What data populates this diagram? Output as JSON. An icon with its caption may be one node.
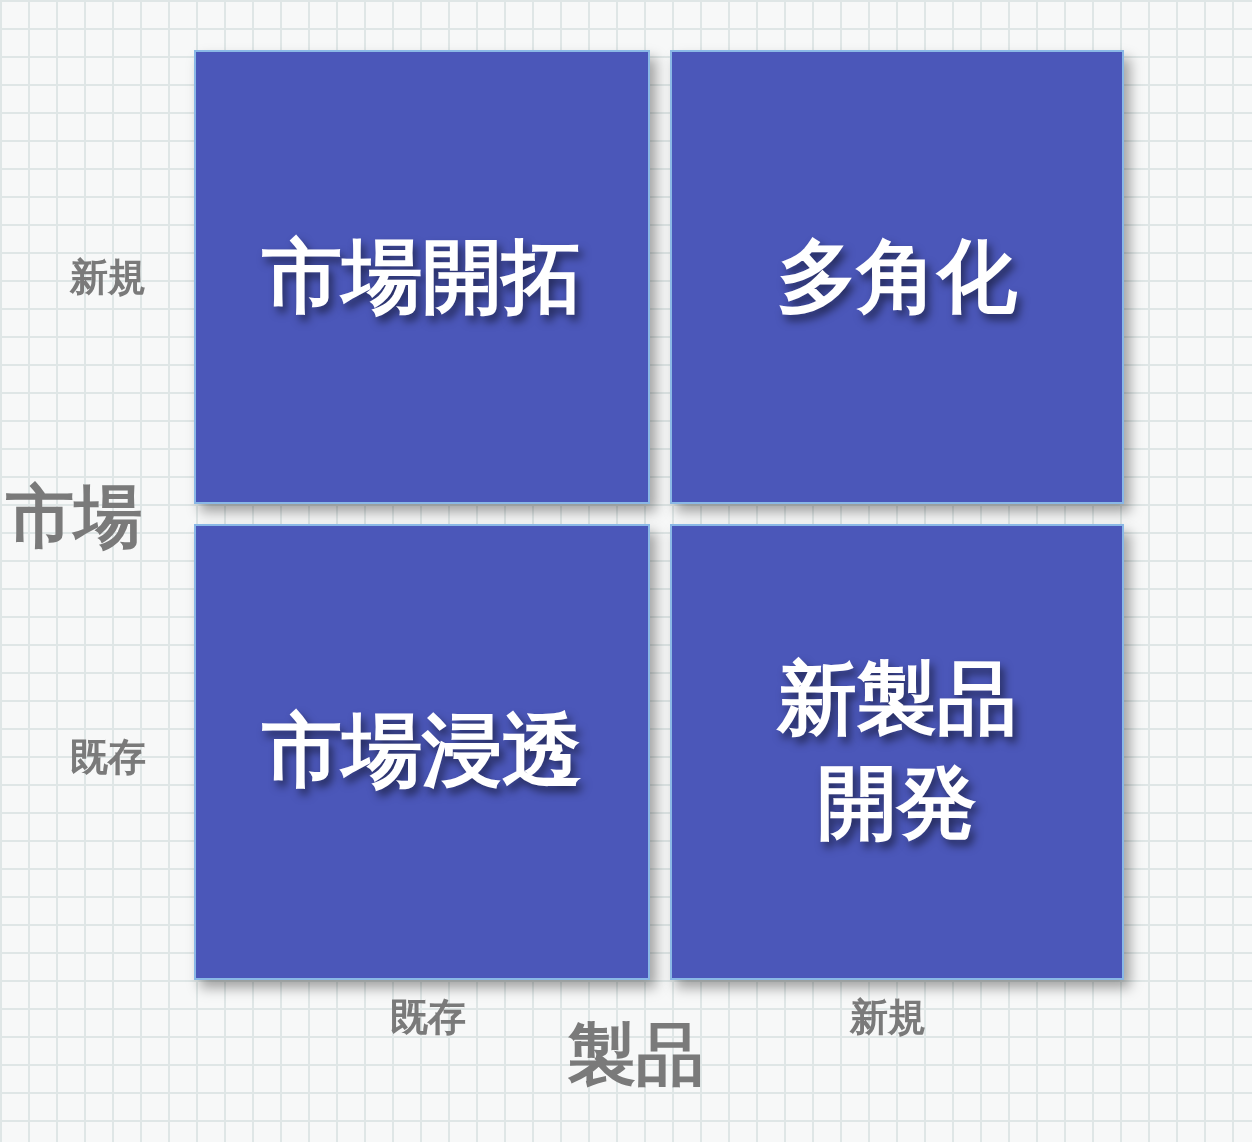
{
  "diagram": {
    "nodes": [
      {
        "text": [
          "市場開拓"
        ]
      },
      {
        "text": [
          "多角化"
        ]
      },
      {
        "text": [
          "市場浸透"
        ]
      },
      {
        "text": [
          "新製品開発"
        ]
      }
    ],
    "labels": [
      "新規",
      "市場",
      "既存",
      "既存",
      "製品",
      "新規"
    ]
  }
}
